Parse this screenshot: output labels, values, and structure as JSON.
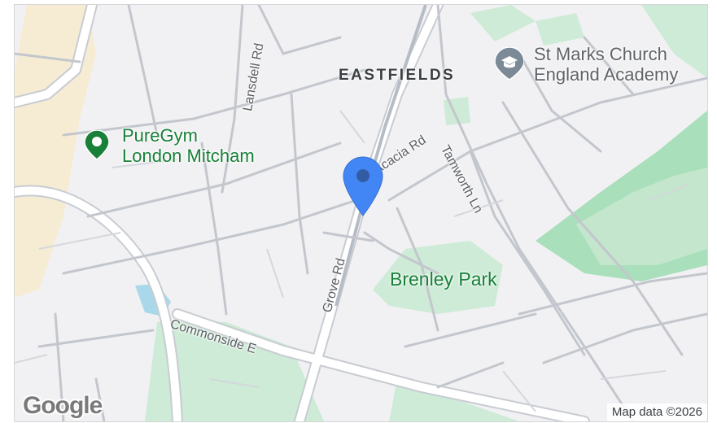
{
  "map": {
    "area_label": "EASTFIELDS",
    "roads": {
      "lansdell": "Lansdell Rd",
      "acacia": "Acacia Rd",
      "tamworth": "Tamworth Ln",
      "grove": "Grove Rd",
      "commonside": "Commonside E"
    },
    "pois": {
      "gym": {
        "line1": "PureGym",
        "line2": "London Mitcham",
        "icon": "gym-pin-icon"
      },
      "school": {
        "line1": "St Marks Church",
        "line2": "England Academy",
        "icon": "school-pin-icon"
      },
      "park": {
        "label": "Brenley Park"
      }
    },
    "marker": {
      "icon": "location-pin-icon",
      "color": "#4285f4"
    },
    "logo": "Google",
    "attribution": "Map data ©2026",
    "colors": {
      "background": "#f1f1f3",
      "road": "#ffffff",
      "road_edge": "#c8ccd2",
      "park": "#cdebd6",
      "park_dark": "#a9dfbb",
      "water": "#a8d8ea",
      "poi_green": "#188038",
      "poi_grey": "#5f6368"
    }
  }
}
